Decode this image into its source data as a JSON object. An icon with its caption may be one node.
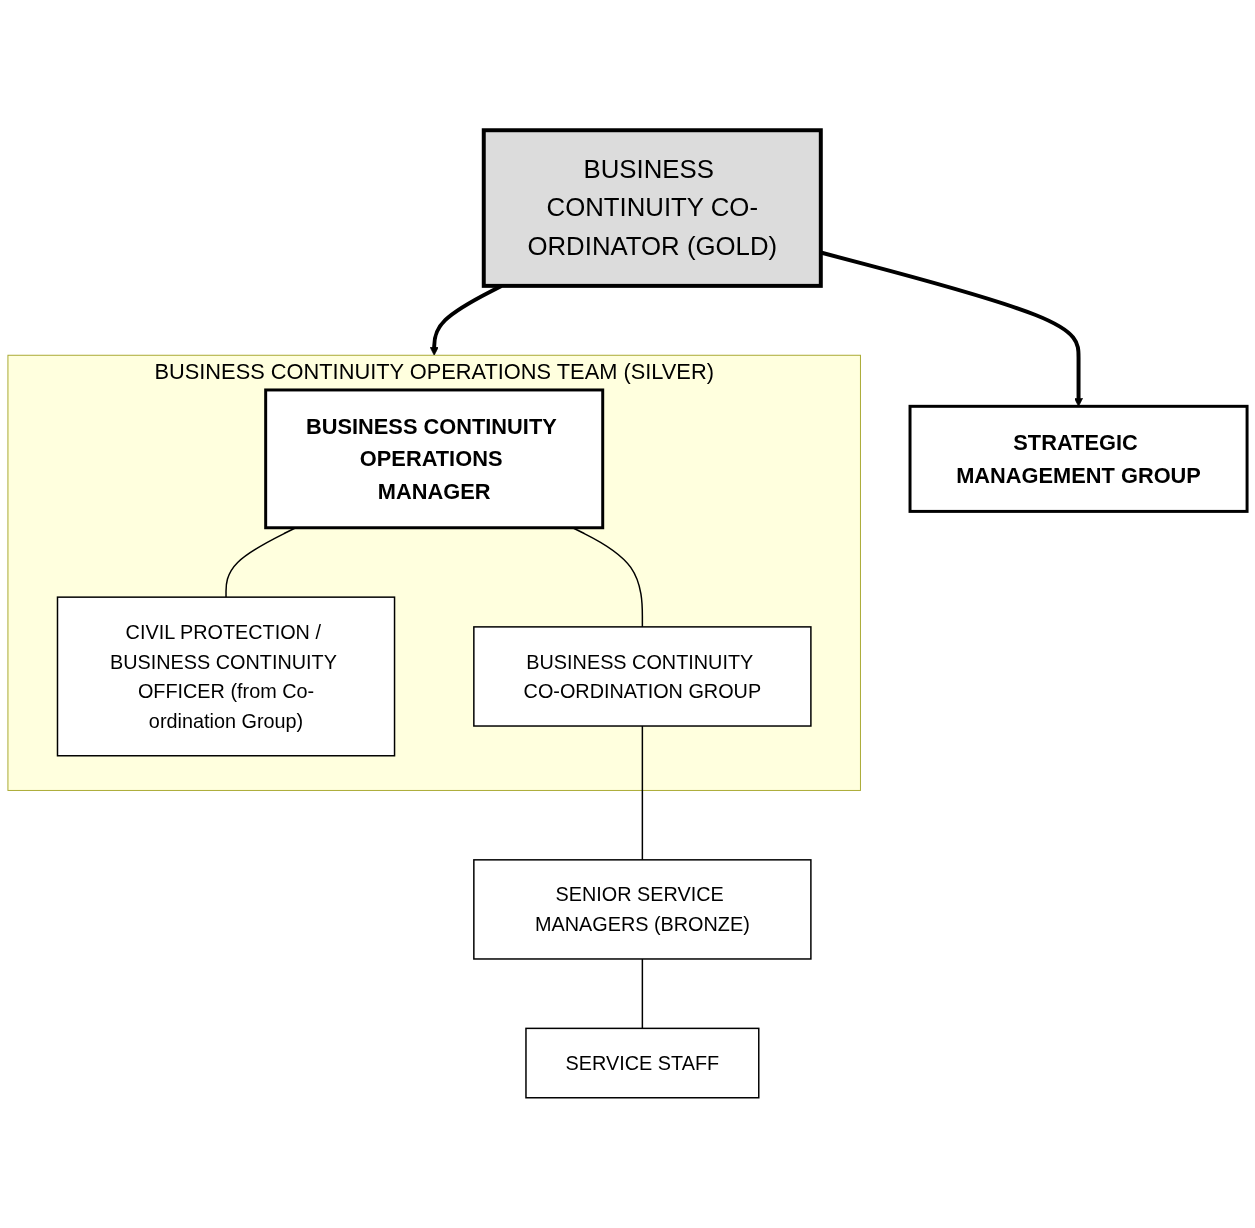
{
  "diagram": {
    "nodes": [
      {
        "text": [
          "BUSINESS CONTINUITY CO-ORDINATOR (GOLD)"
        ]
      },
      {
        "text": [
          "STRATEGIC MANAGEMENT GROUP"
        ]
      },
      {
        "text": [
          "BUSINESS CONTINUITY OPERATIONS TEAM (SILVER)"
        ]
      },
      {
        "text": [
          "BUSINESS CONTINUITY OPERATIONS MANAGER"
        ],
        "in": 2
      },
      {
        "text": [
          "CIVIL PROTECTION / BUSINESS CONTINUITY OFFICER (from Co-ordination Group)"
        ],
        "in": 2
      },
      {
        "text": [
          "BUSINESS CONTINUITY CO-ORDINATION GROUP"
        ],
        "in": 2
      },
      {
        "text": [
          "SENIOR SERVICE MANAGERS (BRONZE)"
        ]
      },
      {
        "text": [
          "SERVICE STAFF"
        ]
      }
    ],
    "edges": [
      {
        "from": 0,
        "to": 1,
        "arrow": "to",
        "style": "thick"
      },
      {
        "from": 0,
        "to": 2,
        "arrow": "to",
        "style": "thick"
      },
      {
        "from": 3,
        "to": 4,
        "arrow": "none"
      },
      {
        "from": 3,
        "to": 5,
        "arrow": "none"
      },
      {
        "from": 5,
        "to": 6,
        "arrow": "none"
      },
      {
        "from": 6,
        "to": 7,
        "arrow": "none"
      }
    ]
  }
}
